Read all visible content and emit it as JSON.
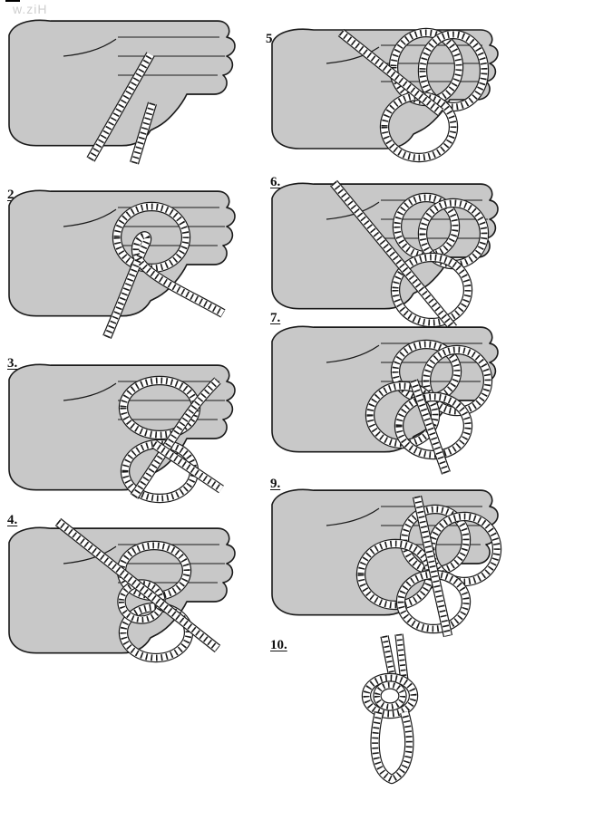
{
  "watermark": "w.ziH",
  "colors": {
    "hand_fill": "#c8c8c8",
    "outline": "#1a1a1a",
    "rope": "#ffffff",
    "rope_twist": "#1a1a1a"
  },
  "steps": [
    {
      "id": "step-1",
      "label": ""
    },
    {
      "id": "step-2",
      "label": "2."
    },
    {
      "id": "step-3",
      "label": "3."
    },
    {
      "id": "step-4",
      "label": "4."
    },
    {
      "id": "step-5",
      "label": "5"
    },
    {
      "id": "step-6",
      "label": "6."
    },
    {
      "id": "step-7",
      "label": "7."
    },
    {
      "id": "step-9",
      "label": "9."
    },
    {
      "id": "step-10",
      "label": "10."
    }
  ]
}
